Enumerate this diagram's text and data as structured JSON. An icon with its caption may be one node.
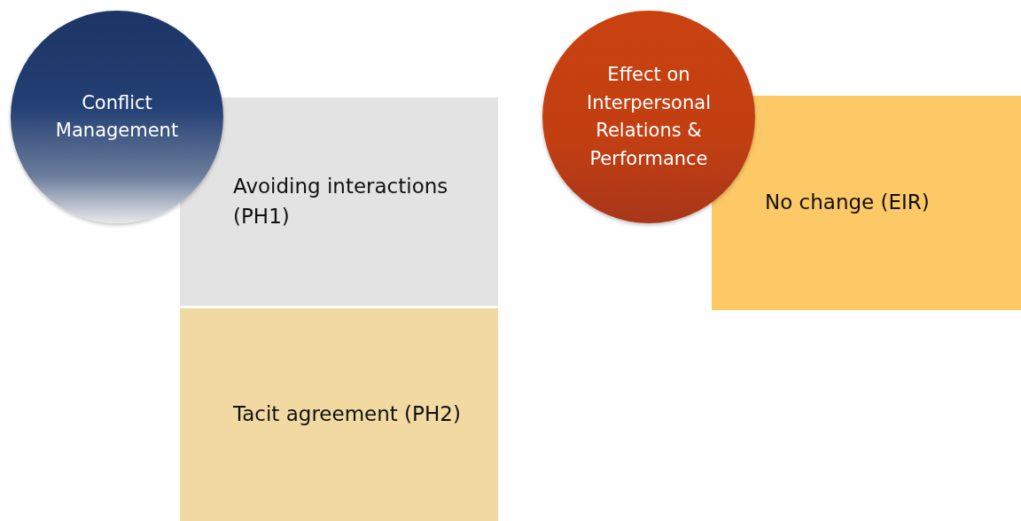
{
  "diagram": {
    "nodes": [
      {
        "text": [
          "Conflict Management"
        ]
      },
      {
        "text": [
          "Avoiding interactions (PH1)"
        ]
      },
      {
        "text": [
          "Tacit agreement (PH2)"
        ]
      },
      {
        "text": [
          "Effect on Interpersonal Relations & Performance"
        ]
      },
      {
        "text": [
          "No change (EIR)"
        ]
      }
    ]
  }
}
